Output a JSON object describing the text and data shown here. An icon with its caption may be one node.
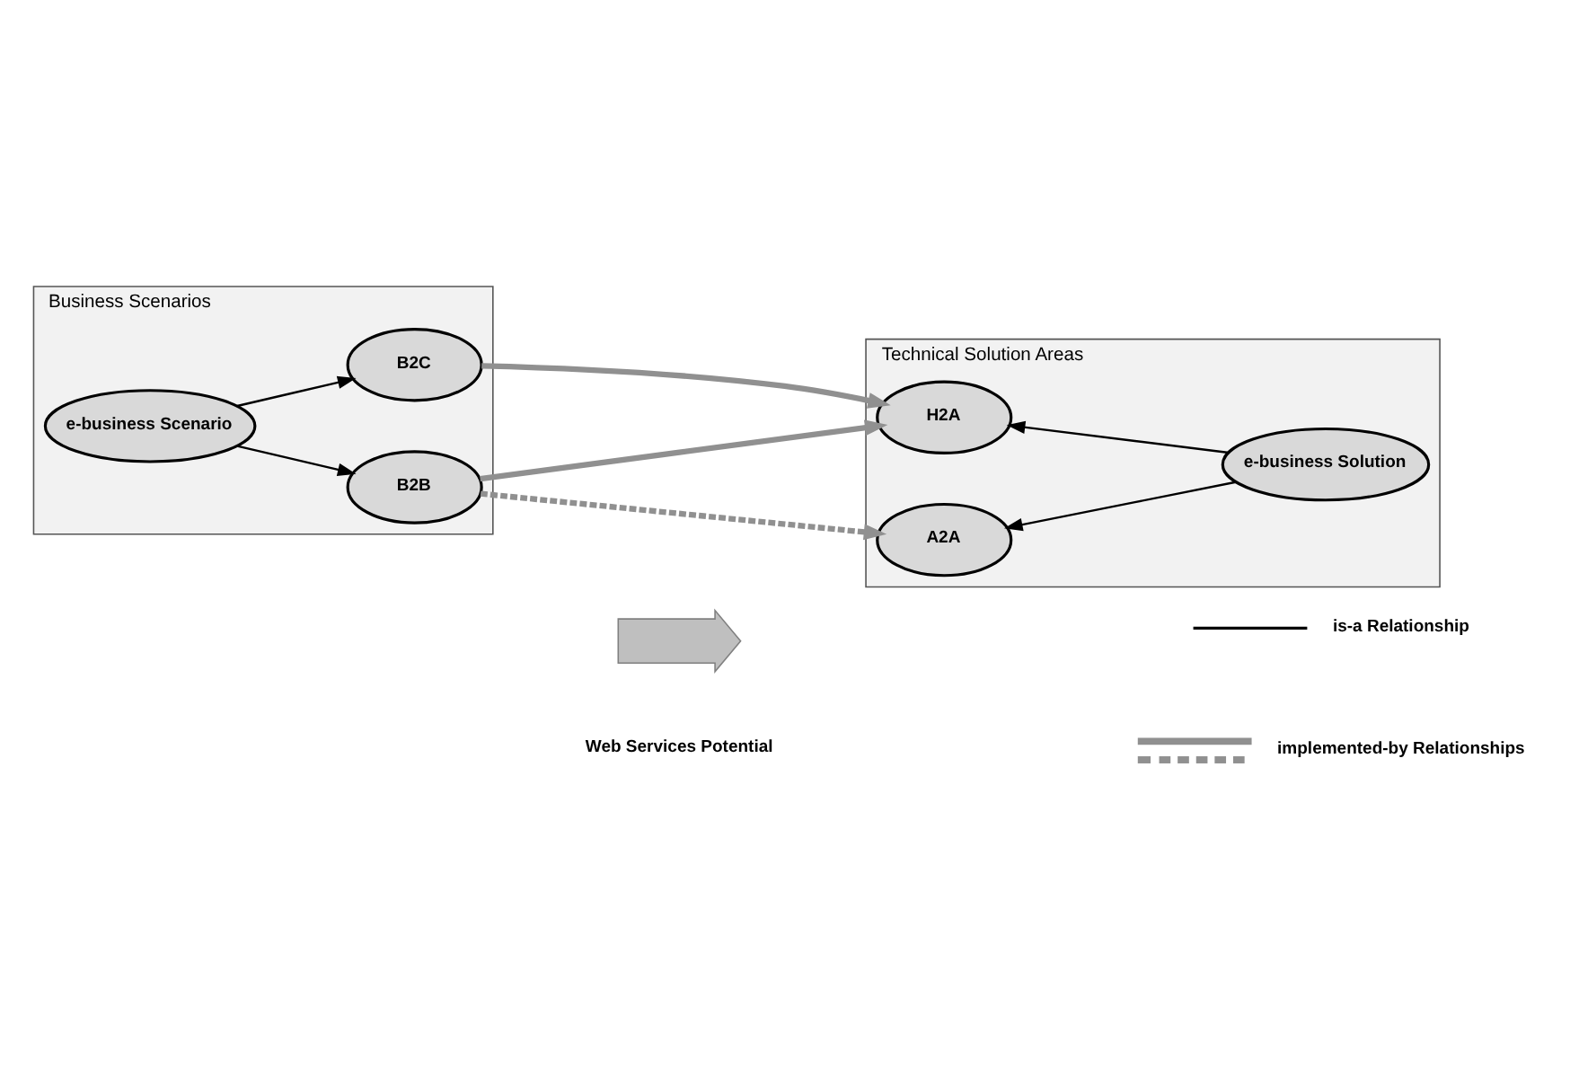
{
  "diagram": {
    "nodes": [
      {
        "text": [
          "Business Scenarios"
        ]
      },
      {
        "text": [
          "e-business Scenario"
        ],
        "in": 0
      },
      {
        "text": [
          "B2C"
        ],
        "in": 0
      },
      {
        "text": [
          "B2B"
        ],
        "in": 0
      },
      {
        "text": [
          "Technical Solution Areas"
        ]
      },
      {
        "text": [
          "H2A"
        ],
        "in": 4
      },
      {
        "text": [
          "A2A"
        ],
        "in": 4
      },
      {
        "text": [
          "e-business Solution"
        ],
        "in": 4
      },
      {
        "text": [],
        "shape": "arrow",
        "beside": [
          "Web Services Potential"
        ]
      }
    ],
    "edges": [
      {
        "from": 1,
        "to": 2,
        "arrow": "to"
      },
      {
        "from": 1,
        "to": 3,
        "arrow": "to"
      },
      {
        "from": 2,
        "to": 5,
        "arrow": "to",
        "style": "thick",
        "color": "#909090"
      },
      {
        "from": 3,
        "to": 5,
        "arrow": "to",
        "style": "thick",
        "color": "#909090"
      },
      {
        "from": 3,
        "to": 6,
        "arrow": "to",
        "style": "dashed",
        "color": "#909090"
      },
      {
        "from": 7,
        "to": 5,
        "arrow": "to"
      },
      {
        "from": 7,
        "to": 6,
        "arrow": "to"
      }
    ],
    "legend": [
      {
        "text": "is-a Relationship"
      },
      {
        "text": "implemented-by Relationships"
      }
    ]
  }
}
